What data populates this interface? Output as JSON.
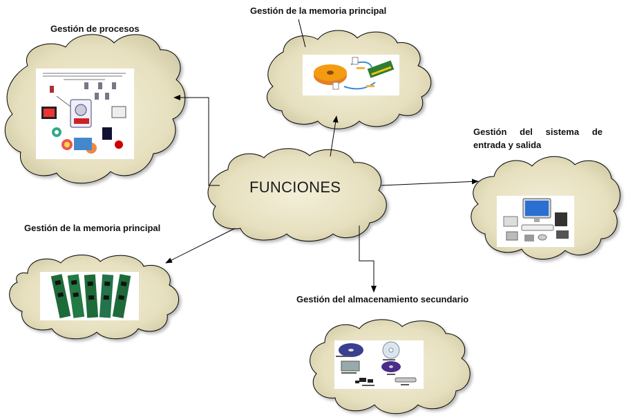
{
  "center": {
    "label": "FUNCIONES"
  },
  "nodes": {
    "procesos": {
      "label": "Gestión de procesos",
      "image": "operating-systems-collage"
    },
    "memoria_top": {
      "label": "Gestión de la memoria principal",
      "image": "memory-swap-diagram"
    },
    "entrada_salida": {
      "label": "Gestión del sistema de entrada y salida",
      "image": "io-devices"
    },
    "memoria_left": {
      "label": "Gestión de la memoria principal",
      "image": "ram-modules"
    },
    "almacenamiento": {
      "label": "Gestión del almacenamiento secundario",
      "image": "storage-media"
    }
  },
  "colors": {
    "cloud_fill": "#ece7c9",
    "cloud_shade": "#c9c39f",
    "cloud_stroke": "#000000",
    "arrow": "#000000"
  }
}
